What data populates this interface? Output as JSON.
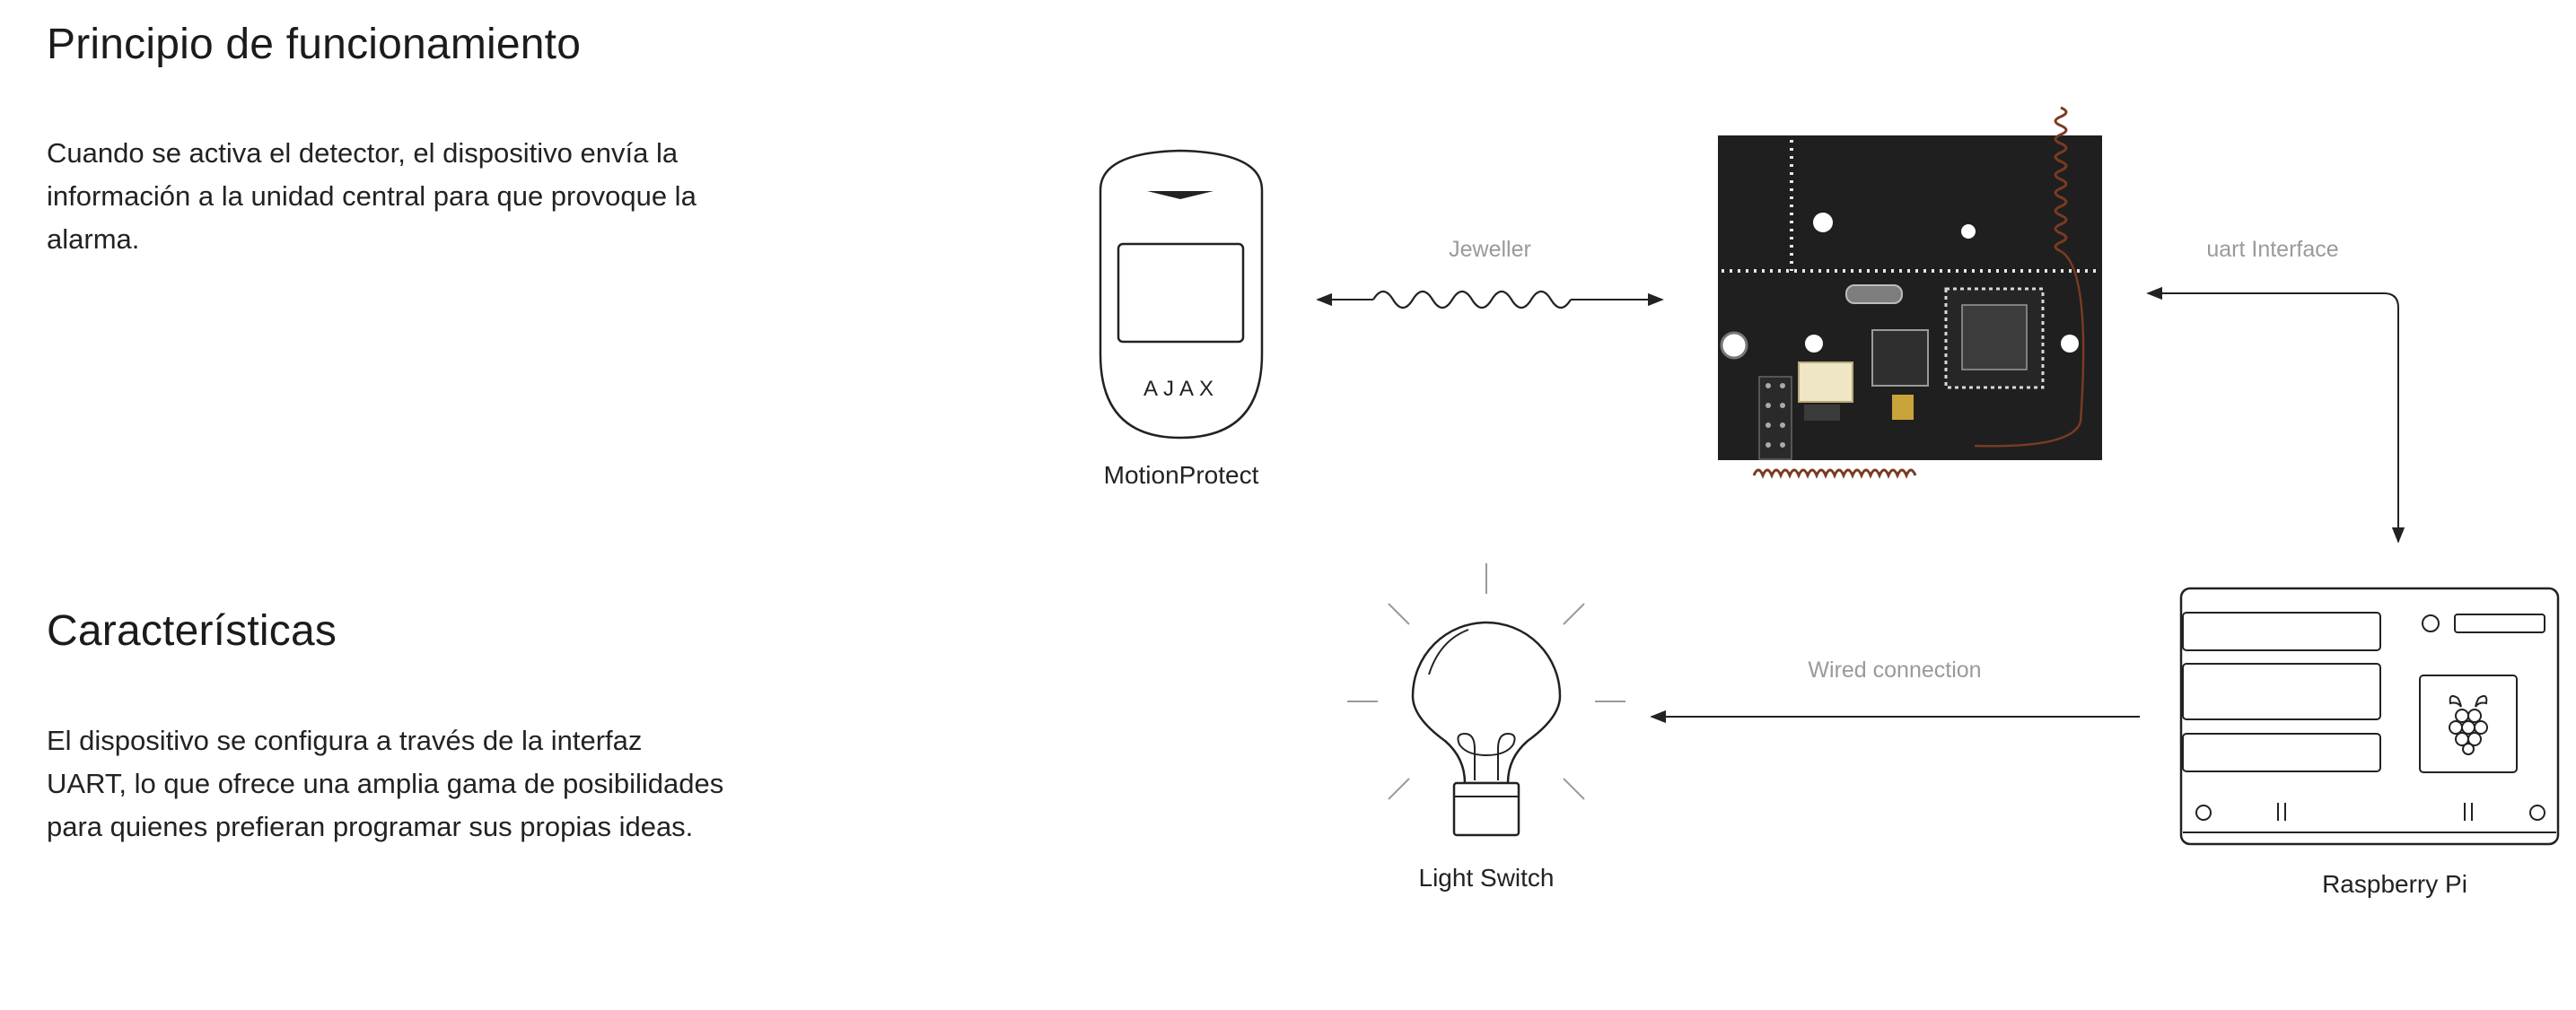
{
  "sections": [
    {
      "title": "Principio de funcionamiento",
      "text": "Cuando se activa el detector, el dispositivo envía la información a la unidad central para que provoque la alarma."
    },
    {
      "title": "Características",
      "text": "El dispositivo se configura a través de la interfaz UART, lo que ofrece una amplia gama de posibilidades para quienes prefieran programar sus propias ideas."
    }
  ],
  "diagram": {
    "devices": {
      "motion": {
        "label": "MotionProtect",
        "logo": "AJAX"
      },
      "board": {
        "icon": "transmitter-board-icon"
      },
      "raspberry": {
        "label": "Raspberry Pi",
        "icon": "raspberry-logo-icon"
      },
      "light": {
        "label": "Light Switch",
        "icon": "light-bulb-icon"
      }
    },
    "connections": {
      "jeweller": "Jeweller",
      "uart": "uart Interface",
      "wired": "Wired connection"
    }
  },
  "colors": {
    "text": "#1b1b1b",
    "muted": "#9a9a9a",
    "board": "#1f1f1f",
    "antenna": "#7a3b22",
    "line": "#222222"
  }
}
